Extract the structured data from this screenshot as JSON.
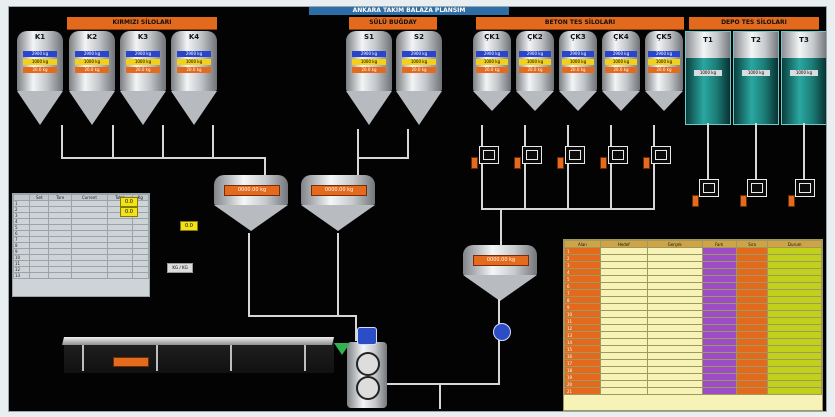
{
  "app": {
    "title": "ANKARA TAKIM BALAZA PLANSIM"
  },
  "sections": {
    "left": "KIRMIZI SİLOLARI",
    "middle": "SÜLÜ BUĞDAY",
    "right1": "BETON TES SİLOLARI",
    "right2": "DEPO TES SİLOLARI"
  },
  "silos": [
    {
      "name": "K1",
      "blue": "2900 kg",
      "yellow": "1000 kg",
      "orange": "20.0 kg"
    },
    {
      "name": "K2",
      "blue": "2900 kg",
      "yellow": "1000 kg",
      "orange": "20.0 kg"
    },
    {
      "name": "K3",
      "blue": "2900 kg",
      "yellow": "1000 kg",
      "orange": "20.0 kg"
    },
    {
      "name": "K4",
      "blue": "2900 kg",
      "yellow": "1000 kg",
      "orange": "20.0 kg"
    },
    {
      "name": "S1",
      "blue": "2900 kg",
      "yellow": "1000 kg",
      "orange": "20.0 kg"
    },
    {
      "name": "S2",
      "blue": "2900 kg",
      "yellow": "1000 kg",
      "orange": "20.0 kg"
    }
  ],
  "top_silos": [
    {
      "name": "ÇK1",
      "blue": "2900 kg",
      "yellow": "1000 kg",
      "orange": "20.0 kg"
    },
    {
      "name": "ÇK2",
      "blue": "2900 kg",
      "yellow": "1000 kg",
      "orange": "20.0 kg"
    },
    {
      "name": "ÇK3",
      "blue": "2900 kg",
      "yellow": "1000 kg",
      "orange": "20.0 kg"
    },
    {
      "name": "ÇK4",
      "blue": "2900 kg",
      "yellow": "1000 kg",
      "orange": "20.0 kg"
    },
    {
      "name": "ÇK5",
      "blue": "2900 kg",
      "yellow": "1000 kg",
      "orange": "20.0 kg"
    }
  ],
  "teal_silos": [
    {
      "name": "T1",
      "tag": "1000 kg"
    },
    {
      "name": "T2",
      "tag": "1000 kg"
    },
    {
      "name": "T3",
      "tag": "1000 kg"
    }
  ],
  "hoppers": [
    {
      "label": "0000.00 kg"
    },
    {
      "label": "0000.00 kg"
    },
    {
      "label": "0000.00 kg"
    }
  ],
  "left_table": {
    "headers": [
      "",
      "Set",
      "Tare",
      "Current",
      "Total",
      "Kg"
    ],
    "rows": [
      [
        "1",
        "",
        "",
        "",
        "",
        ""
      ],
      [
        "2",
        "",
        "",
        "",
        "",
        ""
      ],
      [
        "3",
        "",
        "",
        "",
        "",
        ""
      ],
      [
        "4",
        "",
        "",
        "",
        "",
        ""
      ],
      [
        "5",
        "",
        "",
        "",
        "",
        ""
      ],
      [
        "6",
        "",
        "",
        "",
        "",
        ""
      ],
      [
        "7",
        "",
        "",
        "",
        "",
        ""
      ],
      [
        "8",
        "",
        "",
        "",
        "",
        ""
      ],
      [
        "9",
        "",
        "",
        "",
        "",
        ""
      ],
      [
        "10",
        "",
        "",
        "",
        "",
        ""
      ],
      [
        "11",
        "",
        "",
        "",
        "",
        ""
      ],
      [
        "12",
        "",
        "",
        "",
        "",
        ""
      ],
      [
        "13",
        "",
        "",
        "",
        "",
        ""
      ]
    ]
  },
  "yellow_boxes": [
    "0.0",
    "0.0",
    "0.0"
  ],
  "right_table": {
    "headers": [
      "Alan",
      "Hedef",
      "Gerçek",
      "Fark",
      "Sıra",
      "Durum"
    ],
    "rows": [
      [
        "1"
      ],
      [
        "2"
      ],
      [
        "3"
      ],
      [
        "4"
      ],
      [
        "5"
      ],
      [
        "6"
      ],
      [
        "7"
      ],
      [
        "8"
      ],
      [
        "9"
      ],
      [
        "10"
      ],
      [
        "11"
      ],
      [
        "12"
      ],
      [
        "13"
      ],
      [
        "14"
      ],
      [
        "15"
      ],
      [
        "16"
      ],
      [
        "17"
      ],
      [
        "18"
      ],
      [
        "19"
      ],
      [
        "20"
      ],
      [
        "21"
      ]
    ]
  },
  "misc": {
    "line_label": "KG / KG"
  }
}
